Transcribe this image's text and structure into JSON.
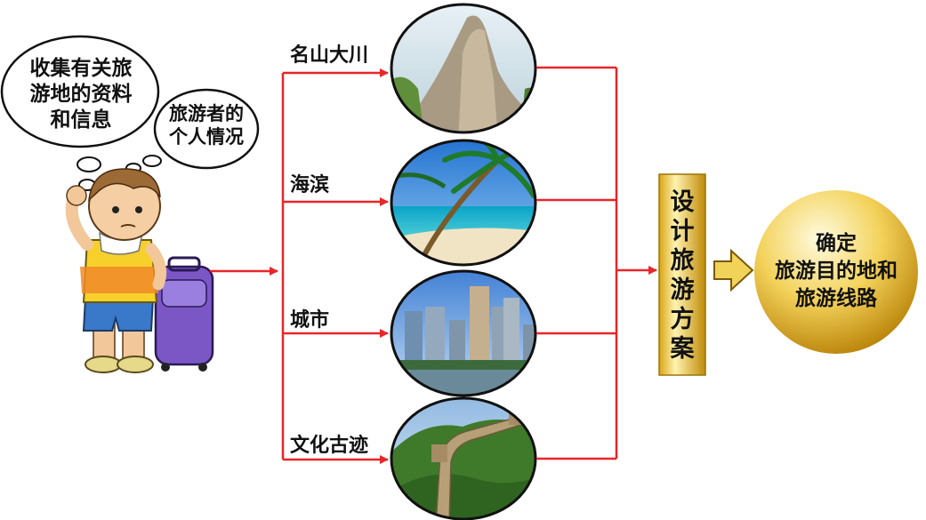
{
  "thought_bubbles": {
    "collect": [
      "收集有关旅",
      "游地的资料",
      "和信息"
    ],
    "personal": [
      "旅游者的",
      "个人情况"
    ]
  },
  "destinations": [
    {
      "label": "名山大川",
      "scene": "mountain"
    },
    {
      "label": "海滨",
      "scene": "beach"
    },
    {
      "label": "城市",
      "scene": "city"
    },
    {
      "label": "文化古迹",
      "scene": "great-wall"
    }
  ],
  "plan_box": {
    "text": "设计旅游方案"
  },
  "goal": {
    "lines": [
      "确定",
      "旅游目的地和",
      "旅游线路"
    ]
  },
  "colors": {
    "arrow": "#e8262a",
    "gold_light": "#fff6c4",
    "gold_dark": "#c9960a"
  }
}
